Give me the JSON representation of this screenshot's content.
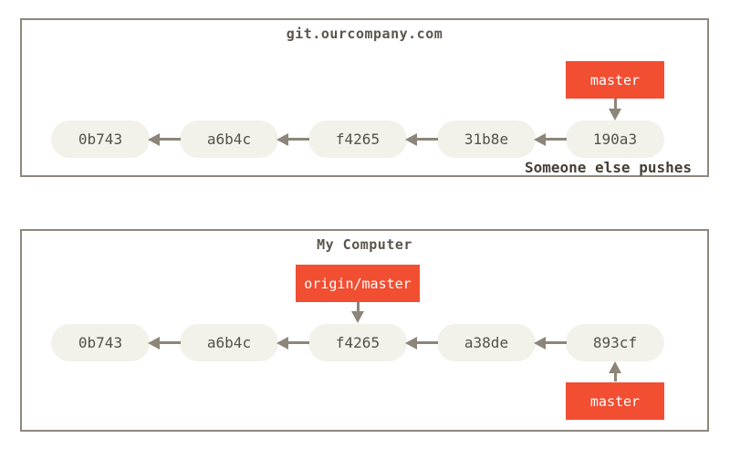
{
  "colors": {
    "accent_red": "#f14e32",
    "box_border": "#8e877c",
    "node_fill": "#f2f1ea",
    "node_text": "#55504b",
    "arrow_gray": "#8d8579",
    "title_text": "#5c554c",
    "annotation_text": "#463f37",
    "label_text": "#ffffff",
    "page_bg": "#ffffff"
  },
  "remote_box": {
    "title": "git.ourcompany.com",
    "commits": [
      "0b743",
      "a6b4c",
      "f4265",
      "31b8e",
      "190a3"
    ],
    "branch_label": "master",
    "annotation": "Someone else pushes"
  },
  "local_box": {
    "title": "My Computer",
    "commits": [
      "0b743",
      "a6b4c",
      "f4265",
      "a38de",
      "893cf"
    ],
    "remote_branch_label": "origin/master",
    "branch_label": "master"
  }
}
